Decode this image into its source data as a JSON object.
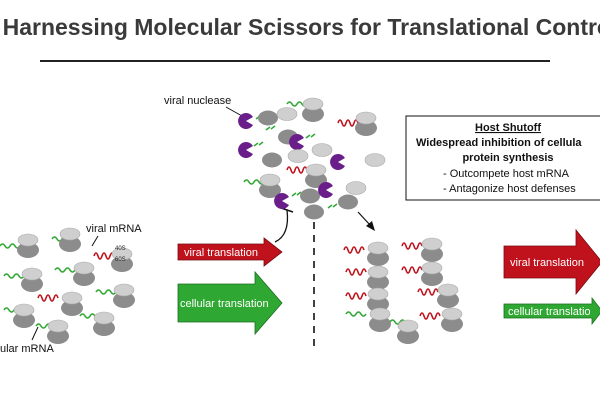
{
  "title": "Harnessing Molecular Scissors for Translational Control",
  "labels": {
    "viral_nuclease": "viral nuclease",
    "viral_mrna": "viral mRNA",
    "cellular_mrna": "ular mRNA",
    "subunit_40s": "40S",
    "subunit_60s": "60S"
  },
  "host_shutoff": {
    "title": "Host Shutoff",
    "subtitle_line1": "Widespread inhibition of cellula",
    "subtitle_line2": "protein synthesis",
    "items": [
      "-   Outcompete host mRNA",
      "-   Antagonize host defenses"
    ]
  },
  "arrows": {
    "left_viral": "viral translation",
    "left_cellular": "cellular translation",
    "right_viral": "viral translation",
    "right_cellular": "cellular translatio"
  },
  "colors": {
    "viral_red": "#c0121c",
    "cellular_green": "#2ea832",
    "nuclease_purple": "#6a1e8a",
    "ribosome_dark": "#8c8c8c",
    "ribosome_light": "#cfcfcf"
  }
}
